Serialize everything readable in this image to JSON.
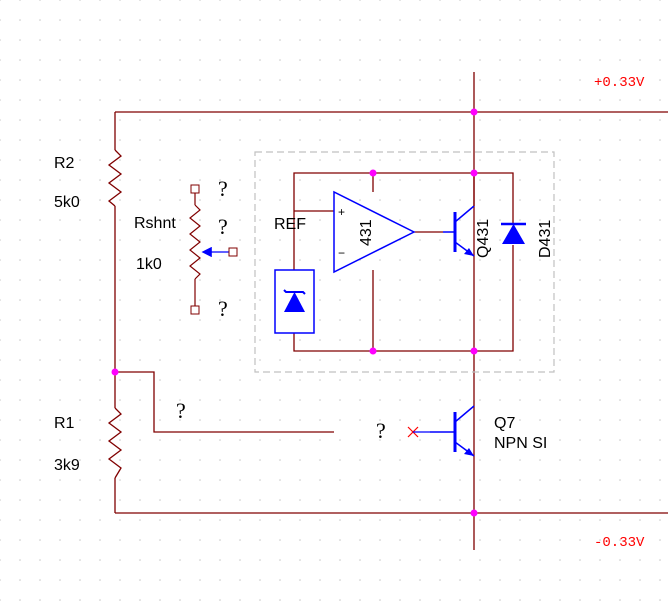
{
  "supply": {
    "positive_label": "+0.33V",
    "negative_label": "-0.33V"
  },
  "components": {
    "r2": {
      "ref": "R2",
      "value": "5k0"
    },
    "rshnt": {
      "ref": "Rshnt",
      "value": "1k0"
    },
    "r1": {
      "ref": "R1",
      "value": "3k9"
    },
    "ref_pin": {
      "label": "REF"
    },
    "opamp": {
      "label": "431",
      "plus": "+",
      "minus": "−"
    },
    "q431": {
      "ref": "Q431"
    },
    "d431": {
      "ref": "D431"
    },
    "q7": {
      "ref": "Q7",
      "value": "NPN SI"
    }
  },
  "unknowns": {
    "pot_top": "?",
    "pot_wiper": "?",
    "pot_bottom": "?",
    "mid_wire": "?",
    "q7_base": "?"
  },
  "colors": {
    "wire": "#800000",
    "component": "#0000ff",
    "junction": "#ff00ff",
    "supply_text": "#ff0000",
    "box": "#c0c0c0",
    "grid": "#c8c8c8"
  }
}
